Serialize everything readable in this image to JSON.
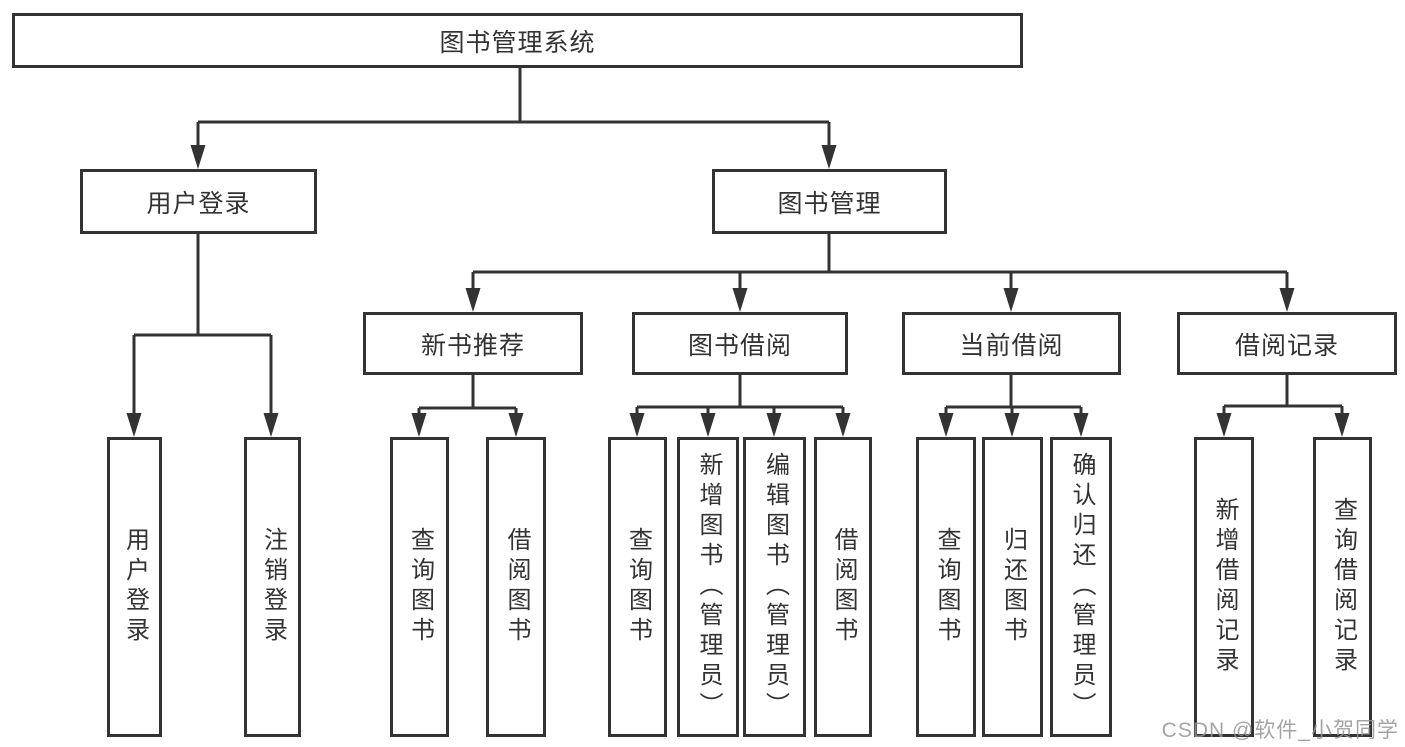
{
  "colors": {
    "line": "#333333",
    "box_border": "#333333",
    "text": "#333333",
    "background": "#ffffff",
    "watermark": "#949494"
  },
  "diagram": {
    "root": {
      "label": "图书管理系统"
    },
    "branches": [
      {
        "label": "用户登录",
        "children": [
          {
            "label": "用户登录"
          },
          {
            "label": "注销登录"
          }
        ]
      },
      {
        "label": "图书管理",
        "children": [
          {
            "label": "新书推荐",
            "children": [
              {
                "label": "查询图书"
              },
              {
                "label": "借阅图书"
              }
            ]
          },
          {
            "label": "图书借阅",
            "children": [
              {
                "label": "查询图书"
              },
              {
                "label": "新增图书（管理员）"
              },
              {
                "label": "编辑图书（管理员）"
              },
              {
                "label": "借阅图书"
              }
            ]
          },
          {
            "label": "当前借阅",
            "children": [
              {
                "label": "查询图书"
              },
              {
                "label": "归还图书"
              },
              {
                "label": "确认归还（管理员）"
              }
            ]
          },
          {
            "label": "借阅记录",
            "children": [
              {
                "label": "新增借阅记录"
              },
              {
                "label": "查询借阅记录"
              }
            ]
          }
        ]
      }
    ]
  },
  "watermark": {
    "text": "CSDN @软件_小贺同学"
  }
}
